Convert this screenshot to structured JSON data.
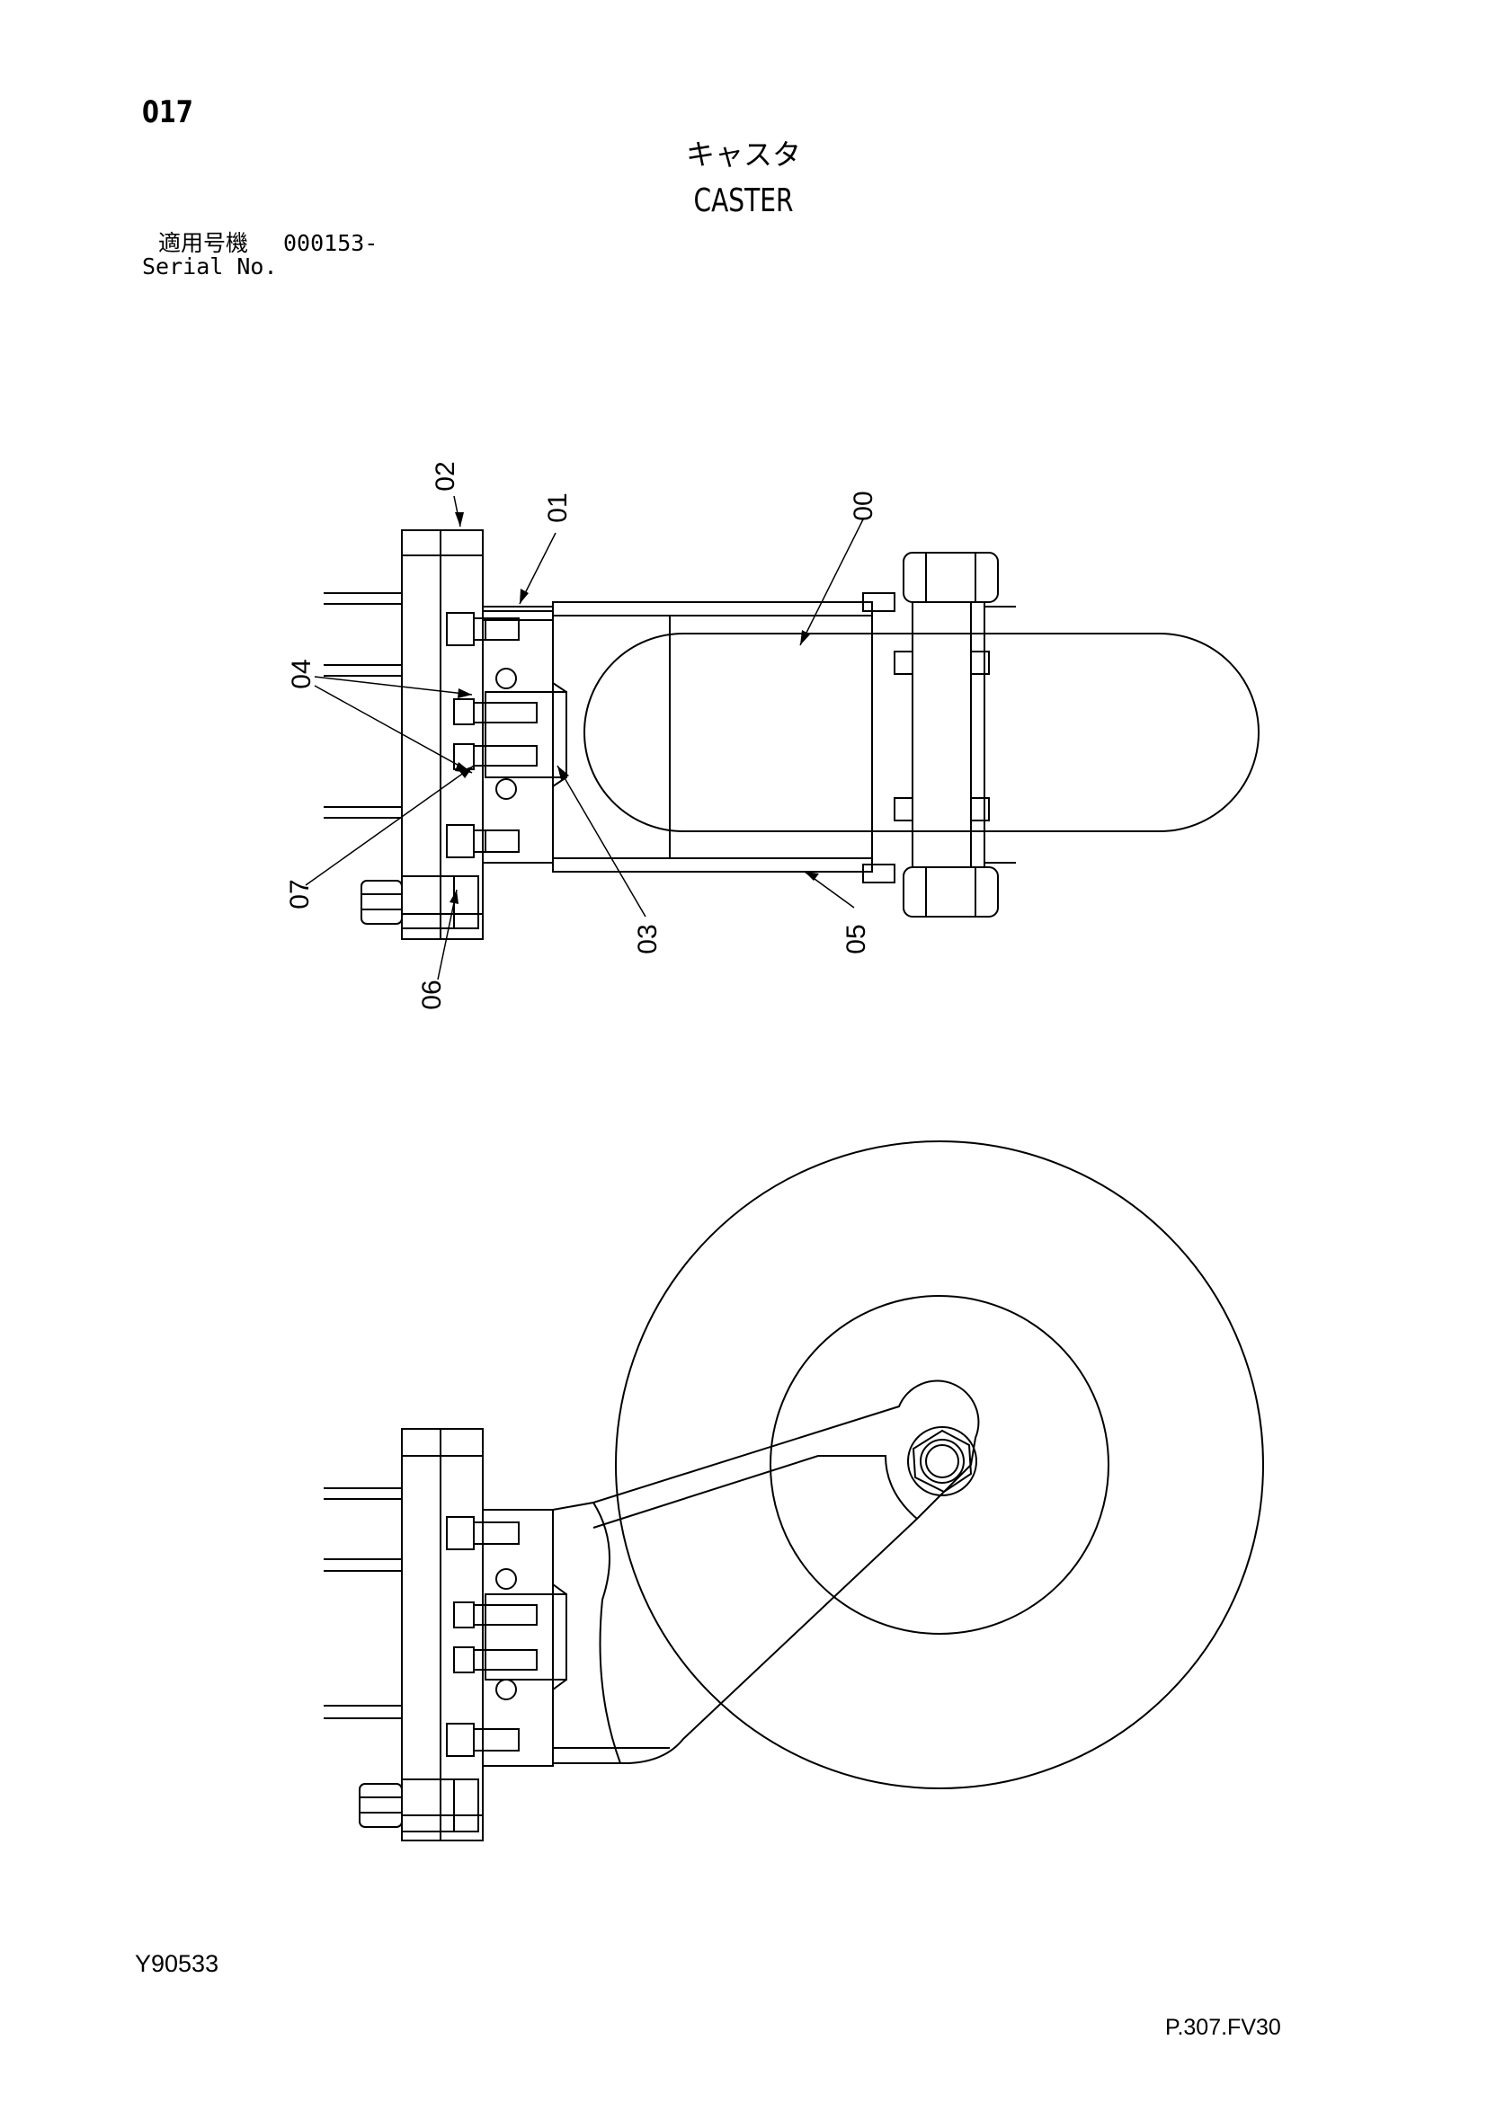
{
  "header": {
    "page_code": "017",
    "title_ja": "キャスタ",
    "title_en": "CASTER",
    "serial_label_ja": "適用号機",
    "serial_label_en": "Serial No.",
    "serial_value": "000153-"
  },
  "diagram": {
    "callouts": [
      "00",
      "01",
      "02",
      "03",
      "04",
      "05",
      "06",
      "07"
    ]
  },
  "footer": {
    "figure_no": "Y90533",
    "page_ref": "P.307.FV30"
  }
}
